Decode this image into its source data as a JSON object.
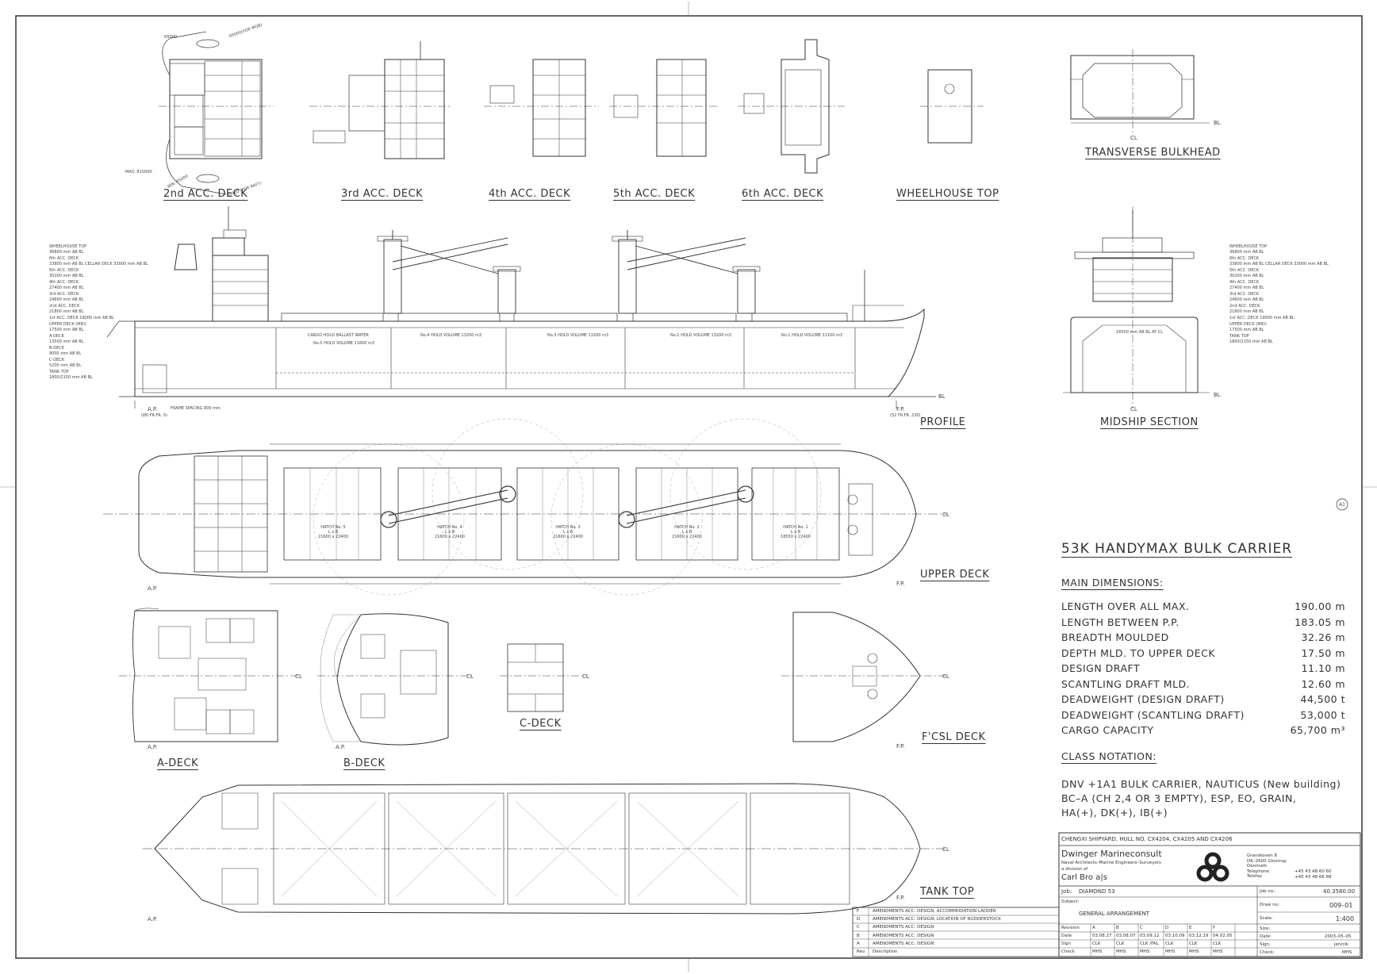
{
  "views": {
    "deck2": "2nd ACC. DECK",
    "deck3": "3rd ACC. DECK",
    "deck4": "4th ACC. DECK",
    "deck5": "5th ACC. DECK",
    "deck6": "6th ACC. DECK",
    "wheelhouse_top": "WHEELHOUSE TOP",
    "transverse_bulkhead": "TRANSVERSE BULKHEAD",
    "profile": "PROFILE",
    "midship_section": "MIDSHIP SECTION",
    "upper_deck": "UPPER DECK",
    "a_deck": "A-DECK",
    "b_deck": "B-DECK",
    "c_deck": "C-DECK",
    "fcsl_deck": "F'CSL DECK",
    "tank_top": "TANK TOP"
  },
  "marks": {
    "ap": "A.P.",
    "fp": "F.P.",
    "cl": "CL",
    "bl": "BL",
    "a1": "A1"
  },
  "deck2_notes": {
    "r5000": "R5000",
    "r5000_mob": "R5000(FOR MOB)",
    "max": "MAX. R10000",
    "min": "MIN. R5000",
    "r5400": "R5400 (FOR RAFT)"
  },
  "profile_levels": [
    [
      "WHEELHOUSE TOP",
      "36800 mm AB BL"
    ],
    [
      "6th ACC. DECK",
      "33800 mm AB BL  CELLAR DECK 33000 mm AB BL"
    ],
    [
      "5th ACC. DECK",
      "30200 mm AB BL"
    ],
    [
      "4th ACC. DECK",
      "27400 mm AB BL"
    ],
    [
      "3rd ACC. DECK",
      "24600 mm AB BL"
    ],
    [
      "2nd ACC. DECK",
      "21800 mm AB BL"
    ],
    [
      "1st ACC. DECK 19000 mm AB BL",
      ""
    ],
    [
      "UPPER DECK (MID)",
      "17500 mm AB BL"
    ],
    [
      "A-DECK",
      "13500 mm AB BL"
    ],
    [
      "B-DECK",
      "9000 mm AB BL"
    ],
    [
      "C-DECK",
      "5200 mm AB BL"
    ],
    [
      "TANK TOP",
      "1800/2150 mm AB BL"
    ]
  ],
  "midship_levels": [
    [
      "WHEELHOUSE TOP",
      "36800 mm AB BL"
    ],
    [
      "6th ACC. DECK",
      "33800 mm AB BL  CELLAR DECK 33000 mm AB BL"
    ],
    [
      "5th ACC. DECK",
      "30200 mm AB BL"
    ],
    [
      "4th ACC. DECK",
      "27400 mm AB BL"
    ],
    [
      "3rd ACC. DECK",
      "24600 mm AB BL"
    ],
    [
      "2nd ACC. DECK",
      "21800 mm AB BL"
    ],
    [
      "1st ACC. DECK 19000 mm AB BL",
      ""
    ],
    [
      "UPPER DECK (MID)",
      "17500 mm AB BL"
    ],
    [
      "TANK TOP",
      "1800/2150 mm AB BL"
    ]
  ],
  "profile_notes": {
    "frame_spacing": "FRAME SPACING 800 mm",
    "ap_fr": "(Ø0 FR.FR. 0)",
    "fp_fr": "(52 FR.FR. 230)",
    "hatch5": "No.5 HOLD VOLUME 11600 m3",
    "hatch4": "No.4 HOLD VOLUME 13200 m3",
    "hatch3": "No.3 HOLD VOLUME 13200 m3",
    "hatch2": "No.2 HOLD VOLUME 13200 m3",
    "hatch1": "No.1 HOLD VOLUME 11100 m3",
    "ballast": "CARGO HOLD BALLAST WATER",
    "mid_note": "18500 mm AB BL AT CL"
  },
  "hatches": [
    {
      "name": "HATCH No. 5",
      "size": "L x B",
      "dims": "21600 x 22400"
    },
    {
      "name": "HATCH No. 4",
      "size": "L x B",
      "dims": "21600 x 22400"
    },
    {
      "name": "HATCH No. 3",
      "size": "L x B",
      "dims": "21600 x 22400"
    },
    {
      "name": "HATCH No. 2",
      "size": "L x B",
      "dims": "21600 x 22400"
    },
    {
      "name": "HATCH No. 1",
      "size": "L x B",
      "dims": "18550 x 22400"
    }
  ],
  "main": {
    "title": "53K HANDYMAX BULK CARRIER",
    "dim_heading": "MAIN DIMENSIONS:",
    "dimensions": [
      {
        "label": "LENGTH OVER ALL   MAX.",
        "value": "190.00 m"
      },
      {
        "label": "LENGTH BETWEEN P.P.",
        "value": "183.05 m"
      },
      {
        "label": "BREADTH MOULDED",
        "value": "32.26 m"
      },
      {
        "label": "DEPTH MLD. TO UPPER DECK",
        "value": "17.50 m"
      },
      {
        "label": "DESIGN DRAFT",
        "value": "11.10 m"
      },
      {
        "label": "SCANTLING DRAFT MLD.",
        "value": "12.60 m"
      },
      {
        "label": "DEADWEIGHT (DESIGN DRAFT)",
        "value": "44,500 t"
      },
      {
        "label": "DEADWEIGHT (SCANTLING DRAFT)",
        "value": "53,000 t"
      },
      {
        "label": "CARGO CAPACITY",
        "value": "65,700 m³"
      }
    ],
    "class_heading": "CLASS NOTATION:",
    "class_lines": [
      "DNV +1A1 BULK CARRIER, NAUTICUS (New building)",
      "BC–A (CH 2,4 OR 3 EMPTY), ESP, EO, GRAIN,",
      "HA(+), DK(+), IB(+)"
    ]
  },
  "titleblock": {
    "shipyard": "CHENGXI SHIPYARD, HULL NO. CX4204, CX4205 AND CX4206",
    "firm": "Dwinger Marineconsult",
    "firm_sub": "Naval Architects–Marine Engineers–Surveyors",
    "division": "a division of",
    "parent": "Carl Bro a|s",
    "address": [
      "Granskoven 8",
      "DK–2600 Glostrup",
      "Denmark",
      "Telephone",
      "Telefax"
    ],
    "phone": "+45 43 48 60 60",
    "fax": "+45 43 48 66 88",
    "job_label": "Job:",
    "job": "DIAMOND 53",
    "jobno_label": "Job no.:",
    "jobno": "40.3580.00",
    "subject_label": "Subject:",
    "subject": "GENERAL ARRANGEMENT",
    "drawno_label": "Draw no.:",
    "drawno": "009–01",
    "scale_label": "Scale:",
    "scale": "1:400",
    "size_label": "Size:",
    "size": "",
    "date_label": "Date:",
    "date": "2003–05–05",
    "sign_label": "Sign:",
    "sign": "jen/clk",
    "check_label": "Check:",
    "check": "MHS",
    "rev_rows": [
      [
        "Revision",
        "A",
        "B",
        "C",
        "D",
        "E",
        "F"
      ],
      [
        "Date",
        "03.08.27",
        "03.08.07",
        "03.09.12",
        "03.10.09",
        "03.12.19",
        "04.02.05"
      ],
      [
        "Sign",
        "CLK",
        "CLK",
        "CLK /FAL",
        "CLK",
        "CLK",
        "CLK"
      ],
      [
        "Check",
        "MHS",
        "MHS",
        "MHS",
        "MHS",
        "MHS",
        "MHS"
      ]
    ],
    "revisions": [
      [
        "F",
        "AMENDMENTS ACC. DESIGN, ACCOMMODATION LADDER"
      ],
      [
        "D",
        "AMENDMENTS ACC. DESIGN, LOCATION OF RUDDERSTOCK"
      ],
      [
        "C",
        "AMENDMENTS ACC. DESIGN"
      ],
      [
        "B",
        "AMENDMENTS ACC. DESIGN"
      ],
      [
        "A",
        "AMENDMENTS ACC. DESIGN"
      ],
      [
        "Rev.",
        "Description"
      ]
    ]
  }
}
